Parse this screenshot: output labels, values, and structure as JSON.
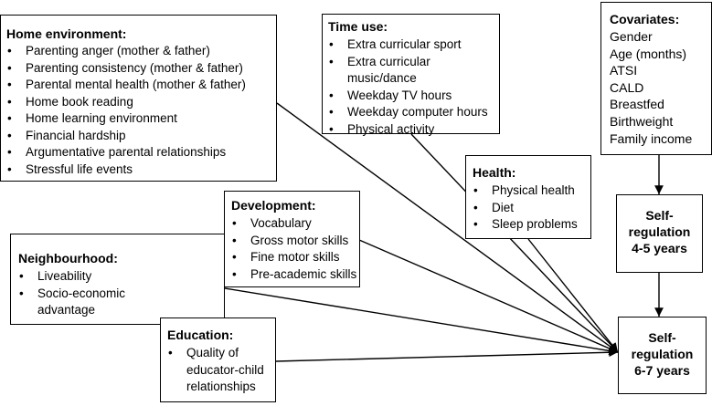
{
  "home": {
    "title": "Home environment:",
    "items": [
      "Parenting anger (mother & father)",
      "Parenting consistency (mother & father)",
      "Parental mental health (mother & father)",
      "Home book reading",
      "Home learning environment",
      "Financial hardship",
      "Argumentative parental relationships",
      "Stressful life events"
    ]
  },
  "time_use": {
    "title": "Time use:",
    "items": [
      "Extra curricular sport",
      "Extra curricular music/dance",
      "Weekday TV hours",
      "Weekday computer hours",
      "Physical activity"
    ]
  },
  "covariates": {
    "title": "Covariates:",
    "items": [
      "Gender",
      "Age (months)",
      "ATSI",
      "CALD",
      "Breastfed",
      "Birthweight",
      "Family income"
    ]
  },
  "health": {
    "title": "Health:",
    "items": [
      "Physical health",
      "Diet",
      "Sleep problems"
    ]
  },
  "development": {
    "title": "Development:",
    "items": [
      "Vocabulary",
      "Gross motor skills",
      "Fine motor skills",
      "Pre-academic skills"
    ]
  },
  "neighbourhood": {
    "title": "Neighbourhood:",
    "items": [
      "Liveability",
      "Socio-economic advantage"
    ]
  },
  "education": {
    "title": "Education:",
    "items": [
      "Quality of educator-child relationships"
    ]
  },
  "sr45": {
    "line1": "Self-",
    "line2": "regulation",
    "line3": "4-5 years"
  },
  "sr67": {
    "line1": "Self-",
    "line2": "regulation",
    "line3": "6-7 years"
  }
}
